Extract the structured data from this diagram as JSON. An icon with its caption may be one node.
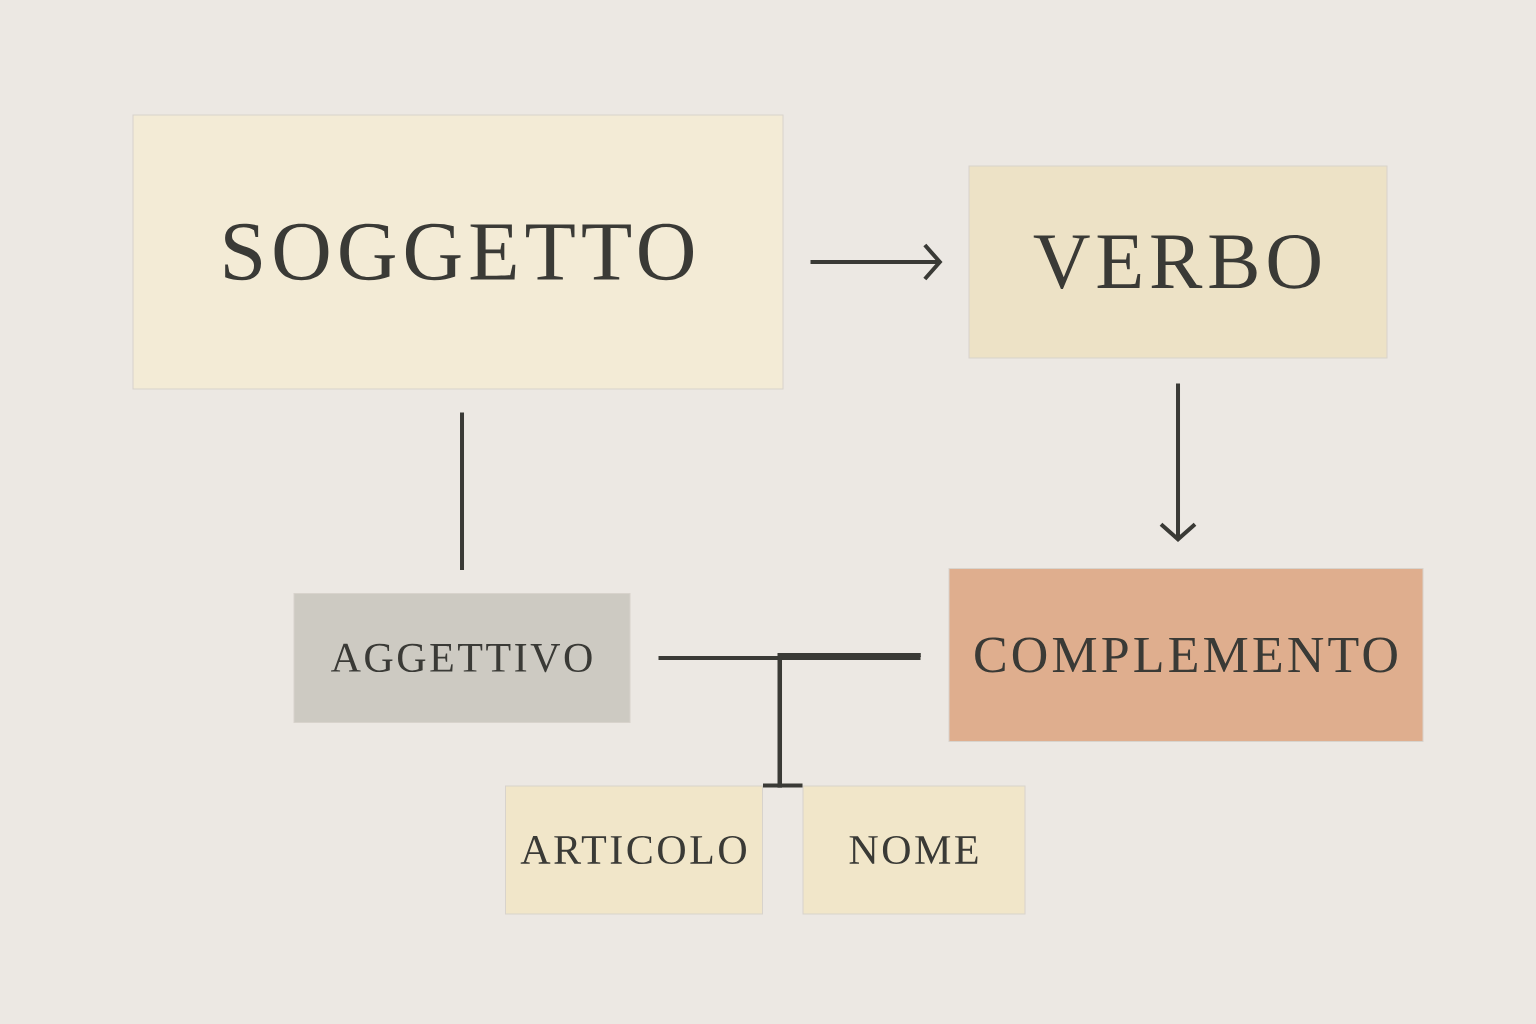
{
  "diagram": {
    "nodes": [
      {
        "text": [
          "SOGGETTO"
        ]
      },
      {
        "text": [
          "VERBO"
        ]
      },
      {
        "text": [
          "COMPLEMENTO"
        ]
      },
      {
        "text": [
          "AGGETTIVO"
        ]
      },
      {
        "text": [
          "ARTICOLO"
        ]
      },
      {
        "text": [
          "NOME"
        ]
      }
    ],
    "edges": [
      {
        "from": 0,
        "to": 1,
        "arrow": "to"
      },
      {
        "from": 1,
        "to": 2,
        "arrow": "to"
      },
      {
        "from": 0,
        "to": 3,
        "arrow": "none"
      },
      {
        "from": 3,
        "to": 2,
        "arrow": "none"
      },
      {
        "from": 4,
        "to": 2,
        "arrow": "none"
      },
      {
        "from": 5,
        "to": 2,
        "arrow": "none"
      }
    ]
  }
}
